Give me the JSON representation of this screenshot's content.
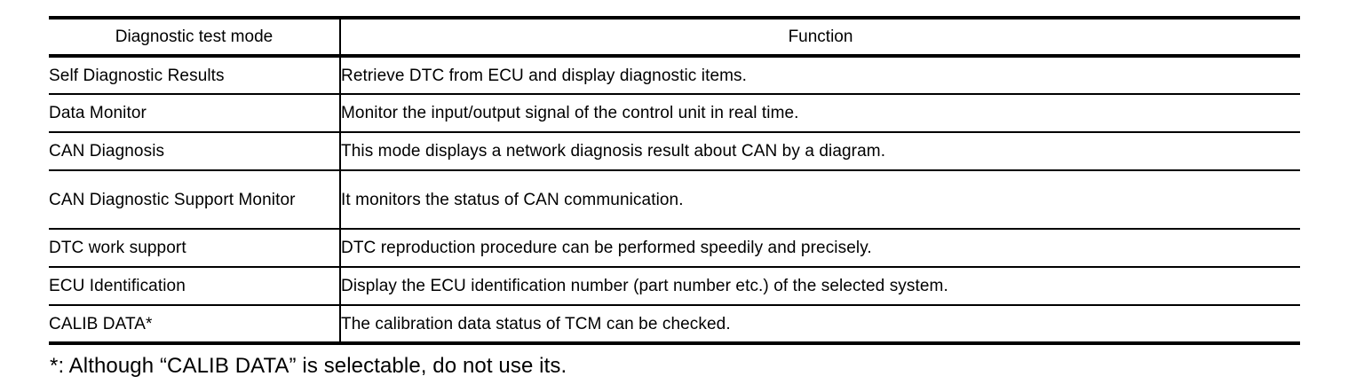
{
  "table": {
    "columns": [
      {
        "key": "mode",
        "header": "Diagnostic test mode"
      },
      {
        "key": "function",
        "header": "Function"
      }
    ],
    "rows": [
      {
        "mode": "Self Diagnostic Results",
        "function": "Retrieve DTC from ECU and display diagnostic items."
      },
      {
        "mode": "Data Monitor",
        "function": "Monitor the input/output signal of the control unit in real time."
      },
      {
        "mode": "CAN Diagnosis",
        "function": "This mode displays a network diagnosis result about CAN by a diagram."
      },
      {
        "mode": "CAN Diagnostic Support Monitor",
        "function": "It monitors the status of CAN communication."
      },
      {
        "mode": "DTC work support",
        "function": "DTC reproduction procedure can be performed speedily and precisely."
      },
      {
        "mode": "ECU Identification",
        "function": "Display the ECU identification number (part number etc.) of the selected system."
      },
      {
        "mode": "CALIB DATA*",
        "function": "The calibration data status of TCM can be checked."
      }
    ]
  },
  "footnote": {
    "text": "*: Although “CALIB DATA” is selectable, do not use its."
  },
  "colors": {
    "text": "#000000",
    "rule": "#000000",
    "background": "#ffffff"
  }
}
